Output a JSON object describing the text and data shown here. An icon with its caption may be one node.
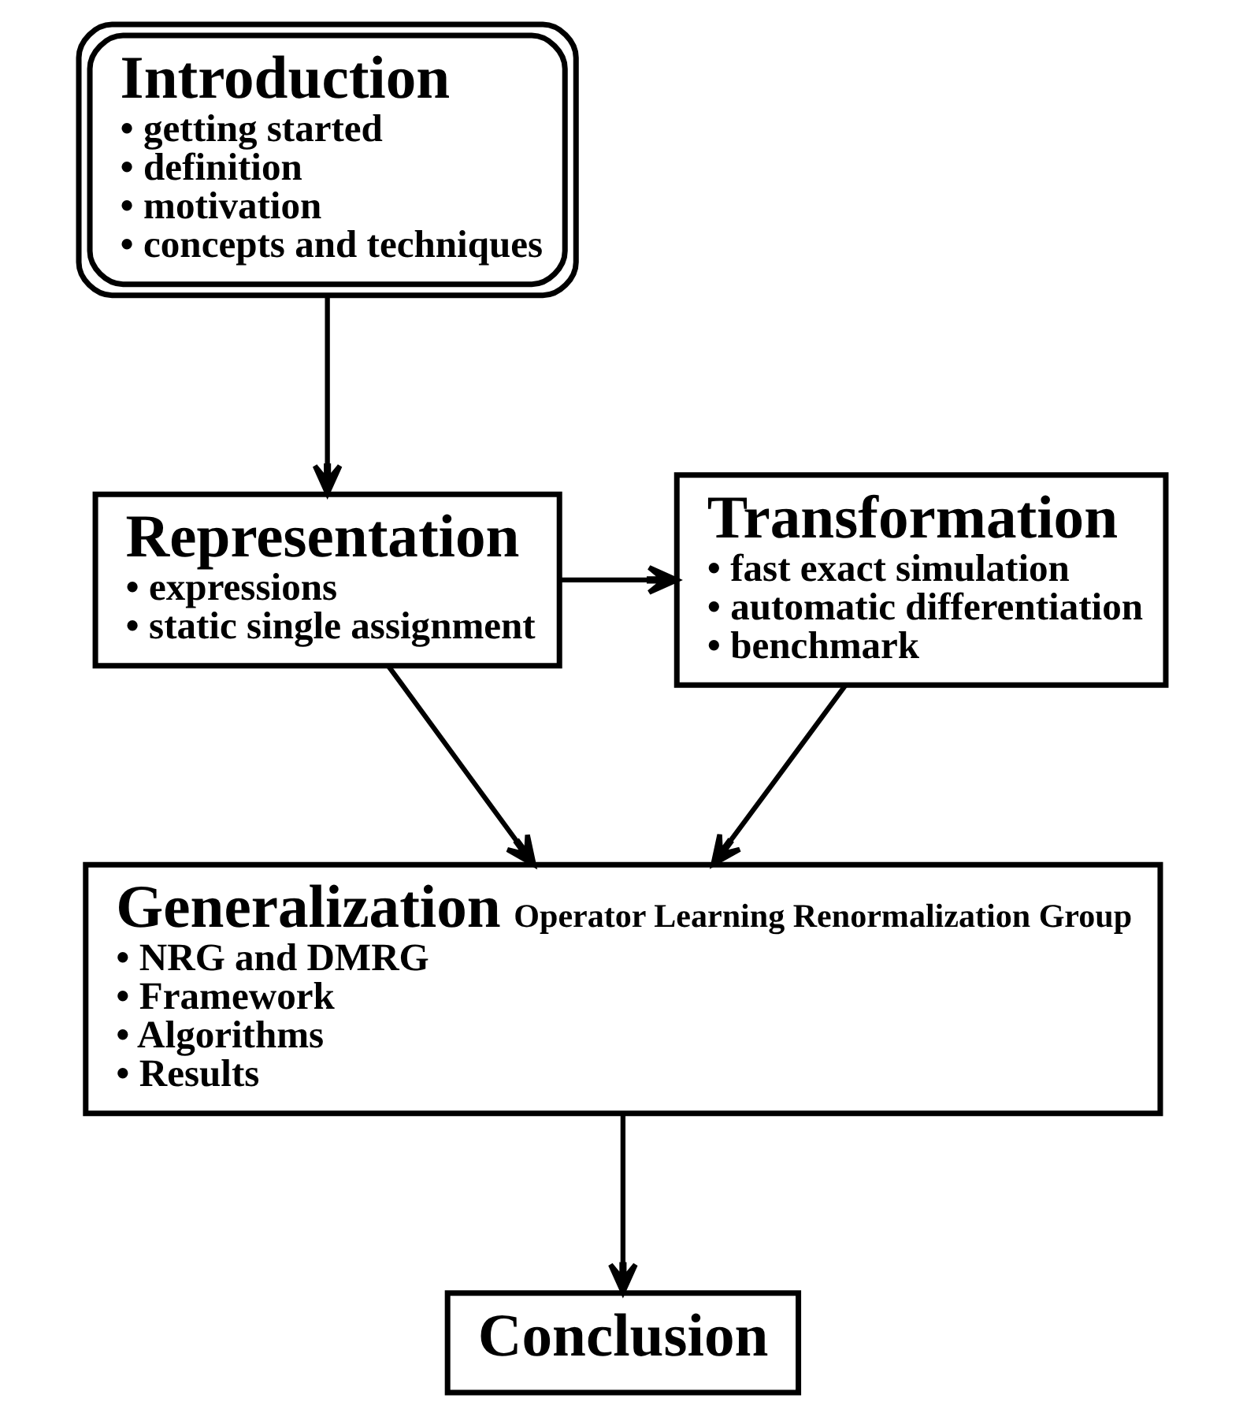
{
  "diagram": {
    "nodes": [
      {
        "text": [
          "Introduction",
          "• getting started",
          "• definition",
          "• motivation",
          "• concepts and techniques"
        ]
      },
      {
        "text": [
          "Representation",
          "• expressions",
          "• static single assignment"
        ]
      },
      {
        "text": [
          "Transformation",
          "• fast exact simulation",
          "• automatic differentiation",
          "• benchmark"
        ]
      },
      {
        "text": [
          "Generalization",
          "Operator Learning Renormalization Group",
          "• NRG and DMRG",
          "• Framework",
          "• Algorithms",
          "• Results"
        ]
      },
      {
        "text": [
          "Conclusion"
        ]
      }
    ],
    "edges": [
      {
        "from": 0,
        "to": 1,
        "arrow": "to"
      },
      {
        "from": 1,
        "to": 2,
        "arrow": "to"
      },
      {
        "from": 1,
        "to": 3,
        "arrow": "to"
      },
      {
        "from": 2,
        "to": 3,
        "arrow": "to"
      },
      {
        "from": 3,
        "to": 4,
        "arrow": "to"
      }
    ]
  }
}
